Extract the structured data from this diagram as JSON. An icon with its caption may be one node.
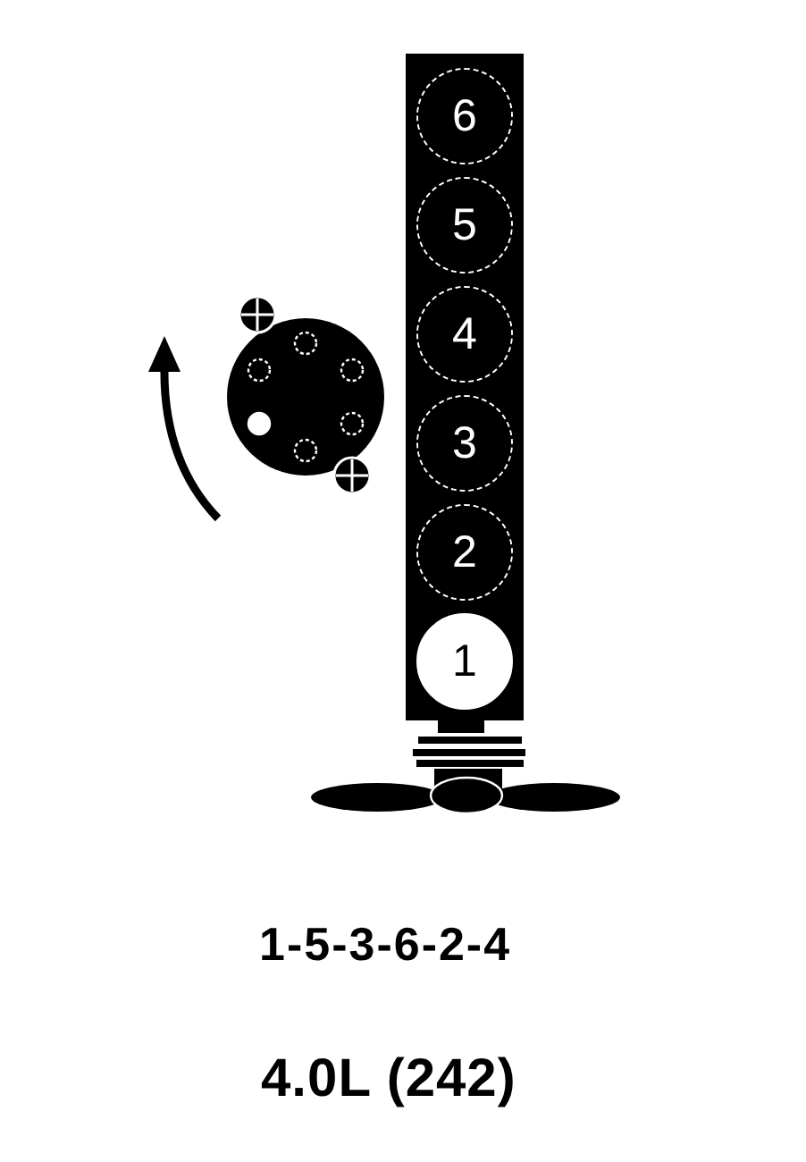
{
  "diagram": {
    "nodes": [
      {
        "text": [],
        "shape": "box"
      },
      {
        "text": [
          "6"
        ],
        "in": 0
      },
      {
        "text": [
          "5"
        ],
        "in": 0
      },
      {
        "text": [
          "4"
        ],
        "in": 0
      },
      {
        "text": [
          "3"
        ],
        "in": 0
      },
      {
        "text": [
          "2"
        ],
        "in": 0
      },
      {
        "text": [
          "1"
        ],
        "in": 0
      }
    ],
    "edges": [],
    "labels": [
      "1-5-3-6-2-4",
      "4.0L (242)"
    ]
  }
}
